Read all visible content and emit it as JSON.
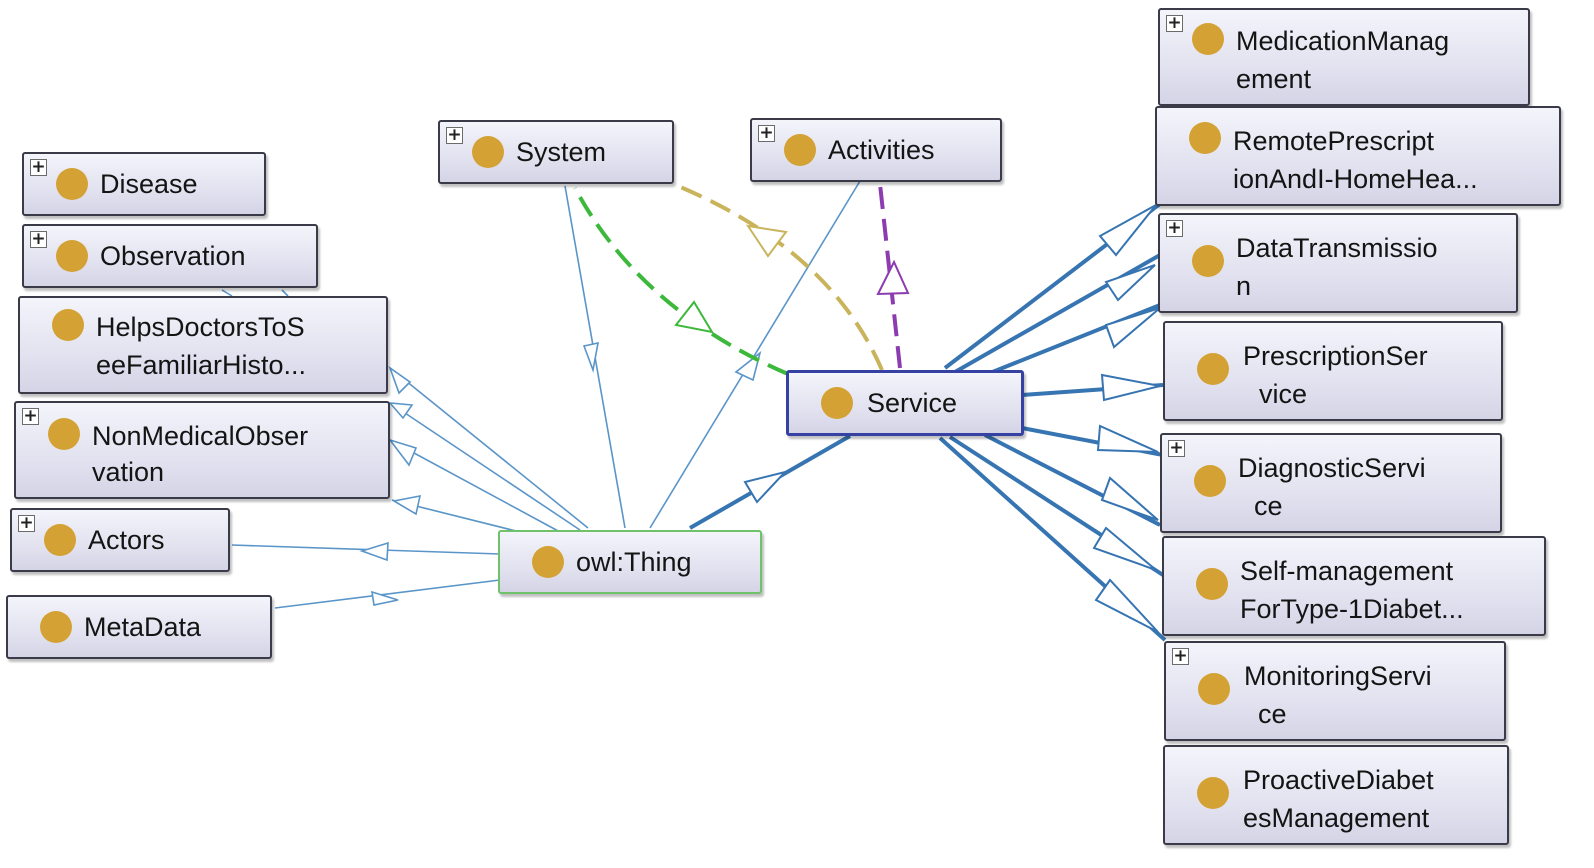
{
  "nodes": {
    "system": {
      "label": "System",
      "expandable": true
    },
    "activities": {
      "label": "Activities",
      "expandable": true
    },
    "disease": {
      "label": "Disease",
      "expandable": true
    },
    "observation": {
      "label": "Observation",
      "expandable": true
    },
    "helps_doctors": {
      "label1": "HelpsDoctorsToS",
      "label2": "eeFamiliarHisto...",
      "expandable": false
    },
    "non_medical": {
      "label1": "NonMedicalObser",
      "label2": "vation",
      "expandable": true
    },
    "actors": {
      "label": "Actors",
      "expandable": true
    },
    "metadata": {
      "label": "MetaData",
      "expandable": false
    },
    "owl_thing": {
      "label": "owl:Thing",
      "expandable": false
    },
    "service": {
      "label": "Service",
      "expandable": false
    },
    "medication": {
      "label1": "MedicationManag",
      "label2": "ement",
      "expandable": true
    },
    "remote": {
      "label1": "RemotePrescript",
      "label2": "ionAndI-HomeHea...",
      "expandable": false
    },
    "data_transmission": {
      "label1": "DataTransmissio",
      "label2": "n",
      "expandable": true
    },
    "prescription": {
      "label1": "PrescriptionSer",
      "label2": "vice",
      "expandable": false
    },
    "diagnostic": {
      "label1": "DiagnosticServi",
      "label2": "ce",
      "expandable": true
    },
    "self_management": {
      "label1": "Self-management",
      "label2": "ForType-1Diabet...",
      "expandable": false
    },
    "monitoring": {
      "label1": "MonitoringServi",
      "label2": "ce",
      "expandable": true
    },
    "proactive": {
      "label1": "ProactiveDiabet",
      "label2": "esManagement",
      "expandable": false
    }
  },
  "expand_glyph": "+",
  "colors": {
    "subclass_thin": "#5a95c9",
    "subclass_thick": "#3674b2",
    "green_dash": "#3cb83a",
    "olive_dash": "#c9b45c",
    "purple_dash": "#8c3cb0",
    "class_dot": "#d4a234"
  }
}
